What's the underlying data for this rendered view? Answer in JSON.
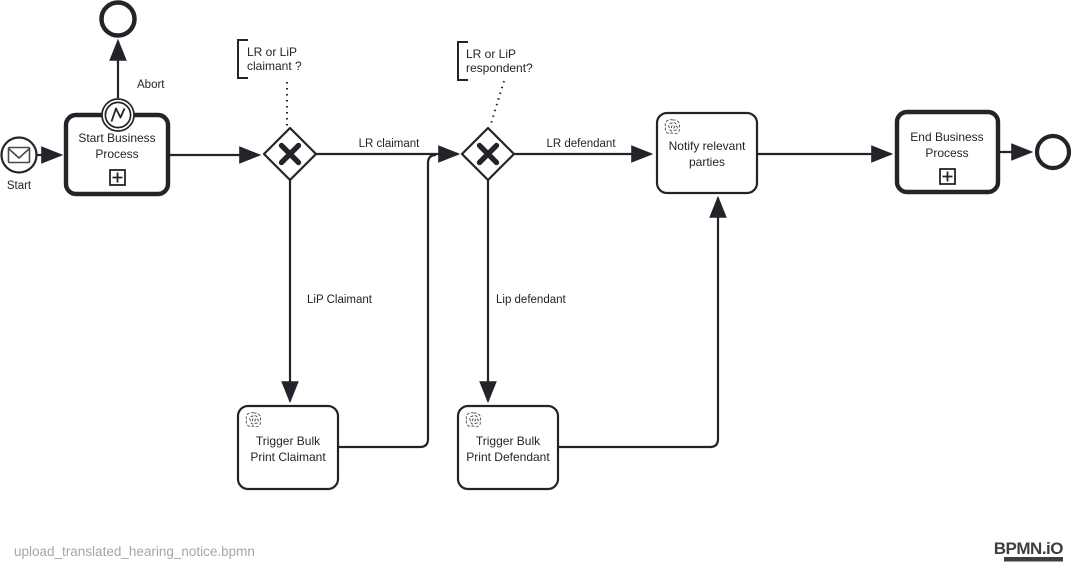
{
  "diagram": {
    "events": {
      "start": {
        "type": "message-start-event",
        "label": "Start",
        "icon": "envelope-icon"
      },
      "error_boundary": {
        "type": "error-boundary-event",
        "icon": "error-zigzag-icon"
      },
      "abort_end": {
        "type": "end-event"
      },
      "final_end": {
        "type": "end-event"
      }
    },
    "tasks": {
      "start_process": {
        "type": "call-activity",
        "lines": [
          "Start Business",
          "Process"
        ],
        "marker": "subprocess-plus-icon"
      },
      "trigger_bulk_print_claimant": {
        "type": "script-task",
        "lines": [
          "Trigger Bulk",
          "Print Claimant"
        ],
        "icon": "scribble-icon"
      },
      "trigger_bulk_print_defendant": {
        "type": "script-task",
        "lines": [
          "Trigger Bulk",
          "Print Defendant"
        ],
        "icon": "scribble-icon"
      },
      "notify_relevant_parties": {
        "type": "script-task",
        "lines": [
          "Notify relevant",
          "parties"
        ],
        "icon": "scribble-icon"
      },
      "end_process": {
        "type": "call-activity",
        "lines": [
          "End Business",
          "Process"
        ],
        "marker": "subprocess-plus-icon"
      }
    },
    "gateways": {
      "claimant_gateway": {
        "type": "exclusive-gateway",
        "marker": "x-icon"
      },
      "respondent_gateway": {
        "type": "exclusive-gateway",
        "marker": "x-icon"
      }
    },
    "annotations": {
      "claimant": {
        "lines": [
          "LR or LiP",
          "claimant ?"
        ]
      },
      "respondent": {
        "lines": [
          "LR or LiP",
          "respondent?"
        ]
      }
    },
    "flow_labels": {
      "abort": "Abort",
      "lr_claimant": "LR claimant",
      "lip_claimant": "LiP Claimant",
      "lr_defendant": "LR defendant",
      "lip_defendant": "Lip defendant"
    }
  },
  "footer": {
    "filename": "upload_translated_hearing_notice.bpmn",
    "logo": "BPMN.iO"
  },
  "colors": {
    "stroke": "#22242a",
    "fill": "#ffffff",
    "muted_text": "#a6a6a6",
    "logo": "#3f3f3f"
  }
}
